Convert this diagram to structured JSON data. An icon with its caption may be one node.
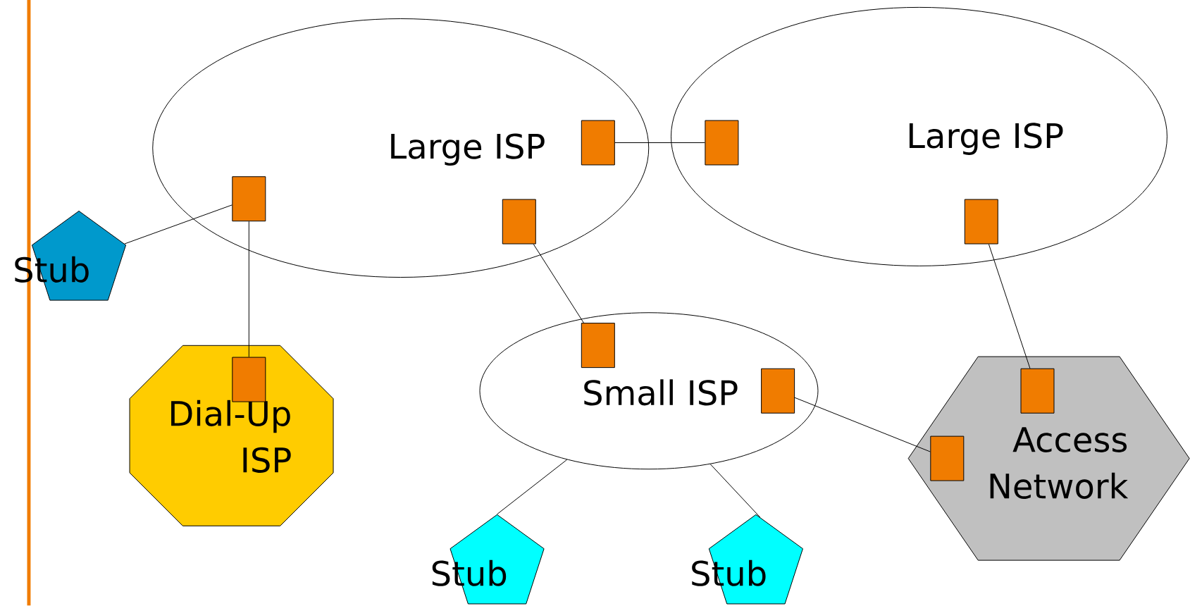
{
  "diagram": {
    "nodes": [
      {
        "text": [
          "Large ISP"
        ]
      },
      {
        "text": [
          "Large ISP"
        ]
      },
      {
        "text": [
          "Small ISP"
        ]
      },
      {
        "text": [
          "Stub"
        ]
      },
      {
        "text": [
          "Dial-Up ISP"
        ]
      },
      {
        "text": [
          "Access Network"
        ]
      },
      {
        "text": [
          "Stub"
        ]
      },
      {
        "text": [
          "Stub"
        ]
      },
      {
        "text": [],
        "shape": "box",
        "in": 0
      },
      {
        "text": [],
        "shape": "box",
        "in": 0
      },
      {
        "text": [],
        "shape": "box",
        "in": 0
      },
      {
        "text": [],
        "shape": "box",
        "in": 1
      },
      {
        "text": [],
        "shape": "box",
        "in": 1
      },
      {
        "text": [],
        "shape": "box",
        "in": 2
      },
      {
        "text": [],
        "shape": "box",
        "in": 2
      },
      {
        "text": [],
        "shape": "box",
        "in": 4
      },
      {
        "text": [],
        "shape": "box",
        "in": 5
      },
      {
        "text": [],
        "shape": "box",
        "in": 5
      }
    ],
    "edges": [
      {
        "from": 3,
        "to": 8,
        "arrow": "none"
      },
      {
        "from": 8,
        "to": 15,
        "arrow": "none"
      },
      {
        "from": 9,
        "to": 11,
        "arrow": "none"
      },
      {
        "from": 10,
        "to": 13,
        "arrow": "none"
      },
      {
        "from": 12,
        "to": 16,
        "arrow": "none"
      },
      {
        "from": 14,
        "to": 17,
        "arrow": "none"
      },
      {
        "from": 2,
        "to": 6,
        "arrow": "none"
      },
      {
        "from": 2,
        "to": 7,
        "arrow": "none"
      }
    ]
  }
}
